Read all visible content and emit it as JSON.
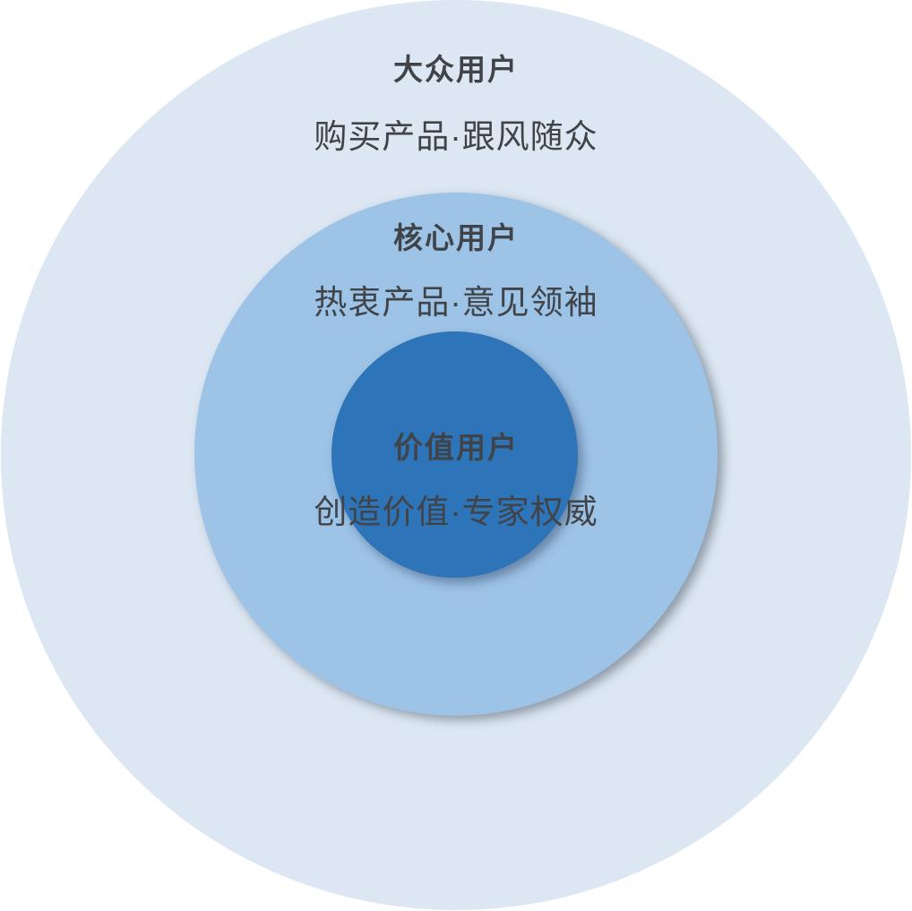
{
  "diagram": {
    "type": "concentric-circles",
    "text_color": "#404347",
    "layers": [
      {
        "id": "mass-users",
        "title": "大众用户",
        "subtitle": "购买产品·跟风随众",
        "color": "#dce7f3"
      },
      {
        "id": "core-users",
        "title": "核心用户",
        "subtitle": "热衷产品·意见领袖",
        "color": "#9dc3e6"
      },
      {
        "id": "value-users",
        "title": "价值用户",
        "subtitle": "创造价值·专家权威",
        "color": "#2e74b8"
      }
    ]
  }
}
